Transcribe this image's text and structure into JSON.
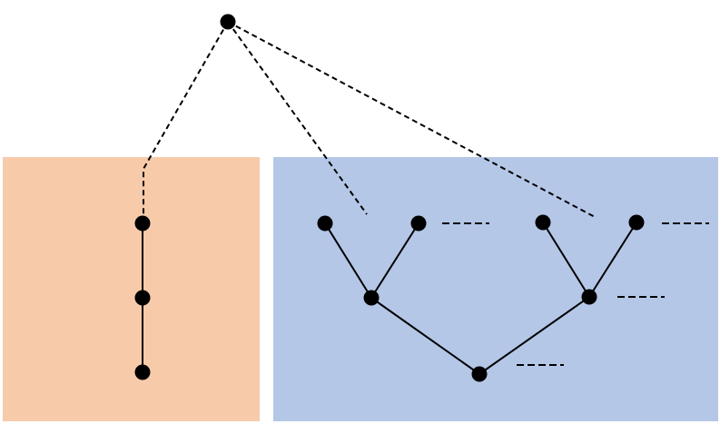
{
  "colors": {
    "left_panel": "#f7cbaa",
    "right_panel": "#b4c7e7",
    "node": "#000000",
    "edge": "#000000",
    "background": "#ffffff"
  },
  "diagram": {
    "panels": [
      "left-panel",
      "right-panel"
    ],
    "nodes": [
      "root-node",
      "left-chain-top-node",
      "left-chain-middle-node",
      "left-chain-bottom-node",
      "right-tree-leaf-1",
      "right-tree-leaf-2",
      "right-tree-leaf-3",
      "right-tree-leaf-4",
      "right-tree-inner-left",
      "right-tree-inner-right",
      "right-tree-bottom-node"
    ],
    "solid_edges": [
      [
        "left-chain-top-node",
        "left-chain-middle-node"
      ],
      [
        "left-chain-middle-node",
        "left-chain-bottom-node"
      ],
      [
        "right-tree-leaf-1",
        "right-tree-inner-left"
      ],
      [
        "right-tree-leaf-2",
        "right-tree-inner-left"
      ],
      [
        "right-tree-leaf-3",
        "right-tree-inner-right"
      ],
      [
        "right-tree-leaf-4",
        "right-tree-inner-right"
      ],
      [
        "right-tree-inner-left",
        "right-tree-bottom-node"
      ],
      [
        "right-tree-inner-right",
        "right-tree-bottom-node"
      ]
    ],
    "dashed_links": [
      [
        "root-node",
        "left-chain-top-node"
      ],
      [
        "root-node",
        "right-tree-leaf-1"
      ],
      [
        "root-node",
        "right-tree-leaf-3"
      ]
    ],
    "dashed_stubs": [
      "right-tree-leaf-2",
      "right-tree-leaf-4",
      "right-tree-inner-right",
      "right-tree-bottom-node"
    ]
  }
}
